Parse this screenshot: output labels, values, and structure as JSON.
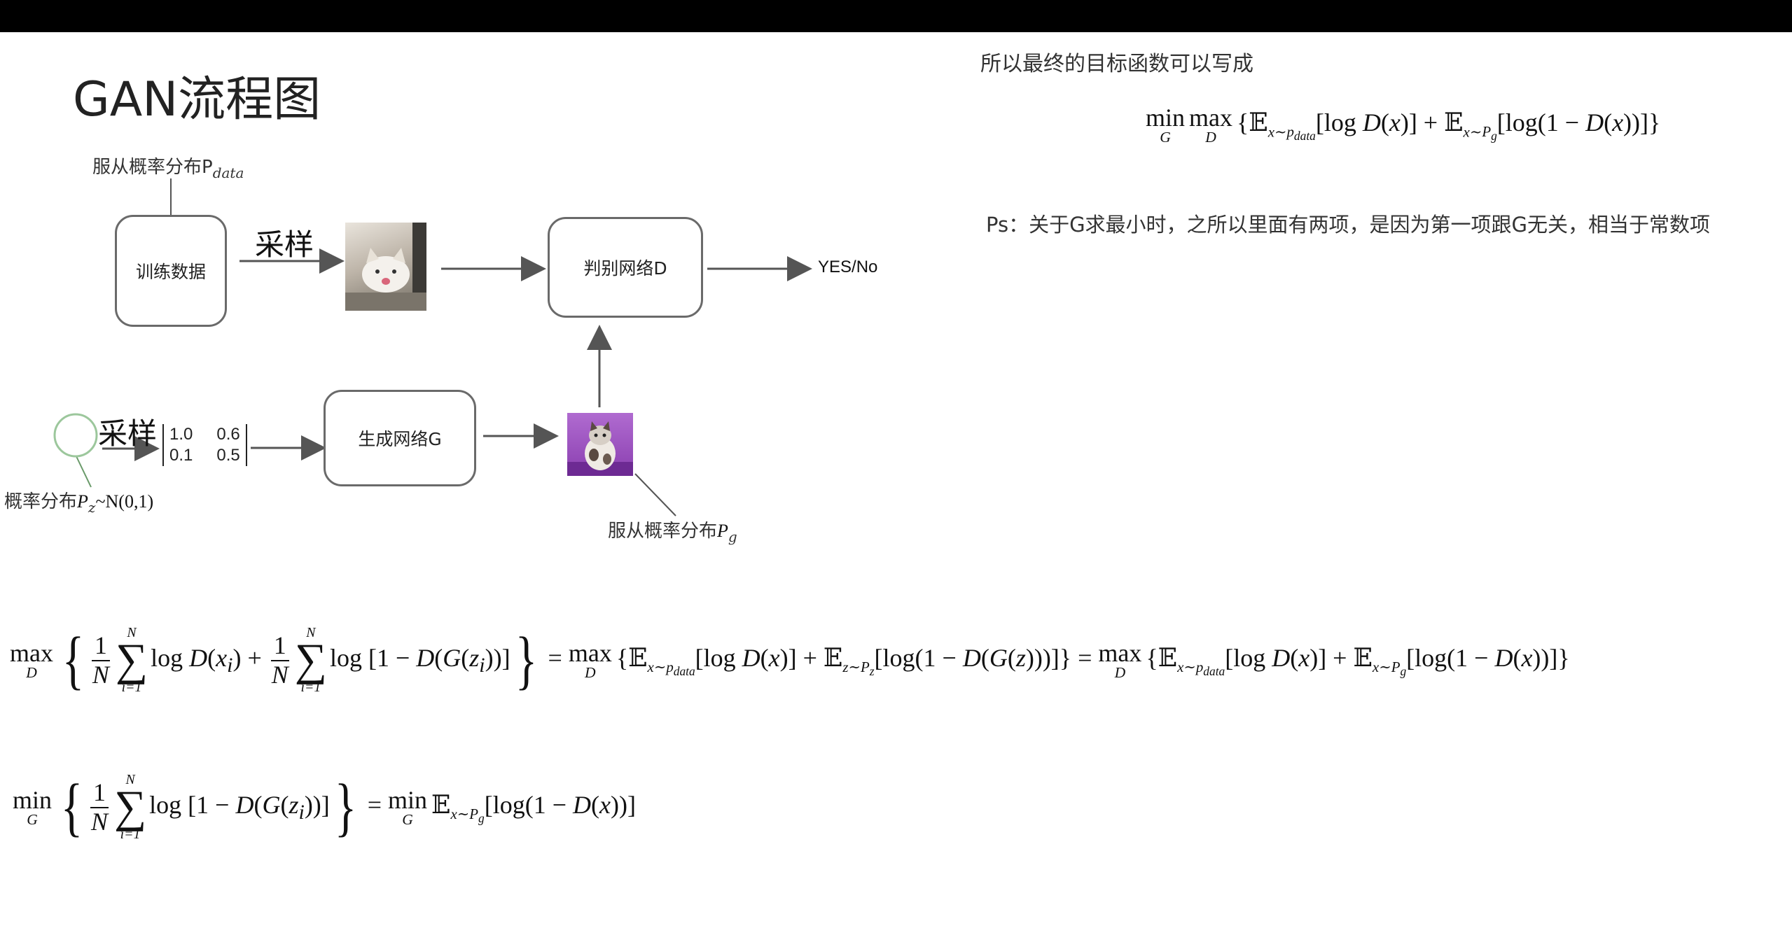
{
  "slide": {
    "title": "GAN流程图"
  },
  "flow": {
    "train_data_note": "服从概率分布P",
    "train_data_note_sub": "data",
    "train_data_box": "训练数据",
    "sample_top": "采样",
    "discriminator_box": "判别网络D",
    "output_label": "YES/No",
    "sample_bottom": "采样",
    "matrix": [
      "1.0",
      "0.6",
      "0.1",
      "0.5"
    ],
    "generator_box": "生成网络G",
    "noise_note_prefix": "概率分布",
    "noise_note_formula": "P",
    "noise_note_sub": "z",
    "noise_note_suffix": "~N(0,1)",
    "generated_note": "服从概率分布",
    "generated_note_formula": "P",
    "generated_note_sub": "g"
  },
  "right_panel": {
    "heading": "所以最终的目标函数可以写成",
    "note": "Ps：关于G求最小时，之所以里面有两项，是因为第一项跟G无关，相当于常数项"
  },
  "colors": {
    "arrow": "#555555",
    "box_border": "#6a6a6a",
    "noise_circle": "#9cc79c",
    "top_bar": "#000000",
    "photo_top_bg": "#bdb4a8",
    "photo_bottom_bg": "#8a3fb0"
  },
  "icons": {
    "cat_photo_real": "cat-photo",
    "cat_photo_generated": "cat-photo-purple"
  }
}
